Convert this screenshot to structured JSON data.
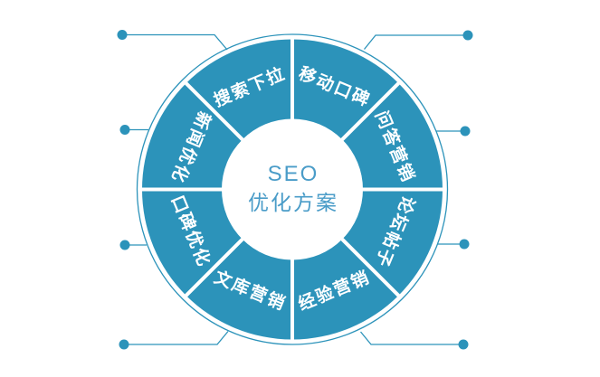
{
  "diagram": {
    "title": "SEO 优化方案 circular diagram",
    "center": {
      "line1": "SEO",
      "line2": "优化方案"
    },
    "segments": [
      {
        "name": "mobile-reputation",
        "label": "移动口碑",
        "angle": 22.5
      },
      {
        "name": "qa-marketing",
        "label": "问答营销",
        "angle": 67.5
      },
      {
        "name": "forum-posts",
        "label": "论坛帖子",
        "angle": 112.5
      },
      {
        "name": "experience-marketing",
        "label": "经验营销",
        "angle": 157.5
      },
      {
        "name": "library-marketing",
        "label": "文库营销",
        "angle": 202.5
      },
      {
        "name": "reputation-optimization",
        "label": "口碑优化",
        "angle": 247.5
      },
      {
        "name": "news-optimization",
        "label": "新闻优化",
        "angle": 292.5
      },
      {
        "name": "search-dropdown",
        "label": "搜索下拉",
        "angle": 337.5
      }
    ],
    "colors": {
      "ring": "#2C93BA",
      "center_text": "#4A9CC8",
      "label_text": "#FFFFFF",
      "connector": "#2C93BA",
      "background": "#FFFFFF"
    }
  }
}
